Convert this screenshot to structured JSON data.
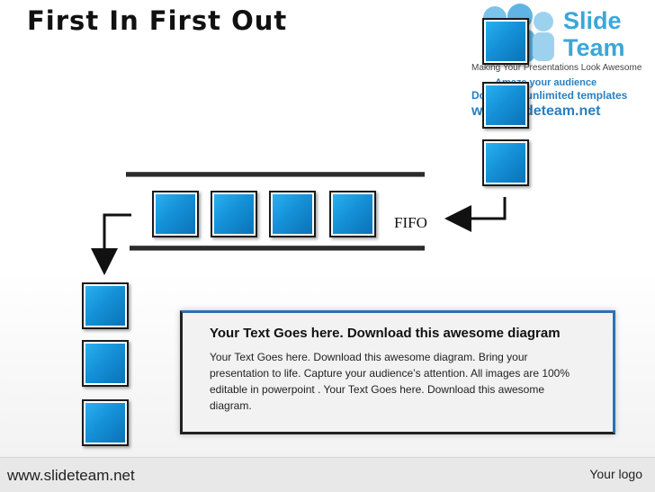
{
  "header": {
    "title": "First In First Out"
  },
  "logo": {
    "brand_line1": "Slide",
    "brand_line2": "Team",
    "tagline": "Making Your Presentations Look Awesome",
    "promo_line1": "Amaze your audience",
    "promo_line2": "Download unlimited templates",
    "promo_url": "www.slideteam.net"
  },
  "diagram": {
    "label": "FIFO",
    "block_color": "#1591d8"
  },
  "textbox": {
    "heading": "Your Text Goes here. Download this awesome diagram",
    "body": "Your Text Goes here. Download this awesome diagram. Bring your presentation to life. Capture your audience’s attention. All images are 100% editable in powerpoint . Your Text Goes here. Download this awesome diagram."
  },
  "footer": {
    "website": "www.slideteam.net",
    "logo_placeholder": "Your logo"
  }
}
